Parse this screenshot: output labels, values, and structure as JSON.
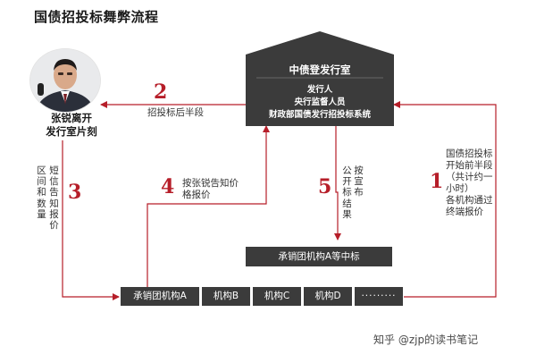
{
  "title": "国债招投标舞弊流程",
  "person": {
    "caption_line1": "张锐离开",
    "caption_line2": "发行室片刻"
  },
  "office": {
    "title": "中债登发行室",
    "lines": [
      "发行人",
      "央行监督人员",
      "财政部国债发行招投标系统"
    ]
  },
  "steps": [
    {
      "num": "1",
      "lines": [
        "国债招投标",
        "开始前半段",
        "（共计约一",
        "小时）",
        "各机构通过",
        "终端报价"
      ]
    },
    {
      "num": "2",
      "label": "招投标后半段"
    },
    {
      "num": "3",
      "label_col1": "区间和数量",
      "label_col2": "短信告知报价"
    },
    {
      "num": "4",
      "label_line1": "按张锐告知价",
      "label_line2": "格报价"
    },
    {
      "num": "5",
      "label_col1": "公开标结果",
      "label_col2": "按宣布"
    }
  ],
  "winner": "承销团机构A等中标",
  "orgs": [
    "承销团机构A",
    "机构B",
    "机构C",
    "机构D",
    "·········"
  ],
  "watermark": "知乎 @zjp的读书笔记",
  "colors": {
    "arrow": "#b61e29",
    "dark": "#3b3b3b",
    "text": "#333333"
  }
}
